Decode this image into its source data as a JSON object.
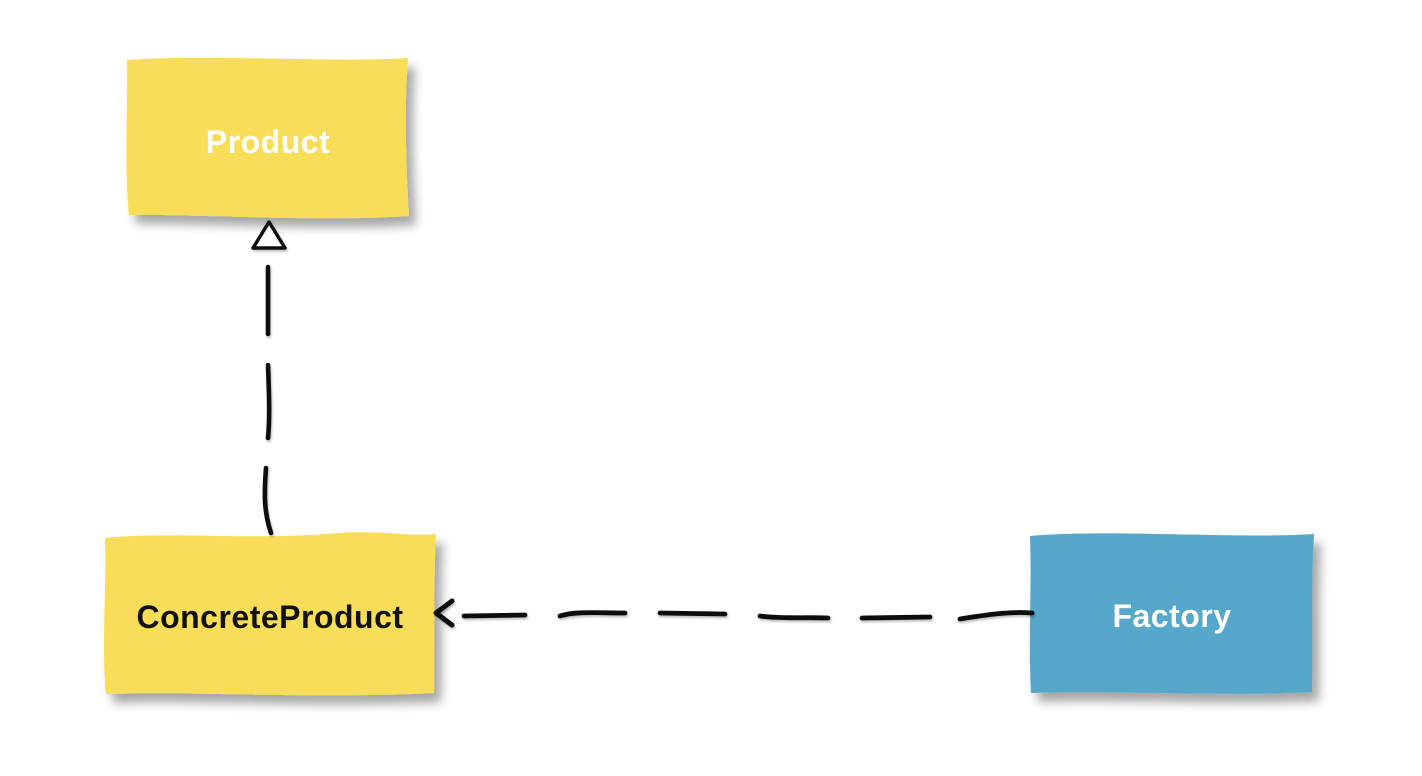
{
  "canvas": {
    "background": "#ffffff"
  },
  "nodes": {
    "product": {
      "label": "Product",
      "fill": "#F8DD58",
      "label_color": "#FFFFFF"
    },
    "concreteProduct": {
      "label": "ConcreteProduct",
      "fill": "#F8DD58",
      "label_color": "#111111"
    },
    "factory": {
      "label": "Factory",
      "fill": "#57A7CA",
      "label_color": "#FFFFFF"
    }
  },
  "edges": {
    "stroke": "#111111",
    "realization": {
      "from": "ConcreteProduct",
      "to": "Product",
      "line_style": "dashed",
      "arrowhead": "hollow-triangle",
      "arrowhead_fill": "#FFFFFF"
    },
    "dependency": {
      "from": "Factory",
      "to": "ConcreteProduct",
      "line_style": "dashed",
      "arrowhead": "open-arrow"
    }
  }
}
